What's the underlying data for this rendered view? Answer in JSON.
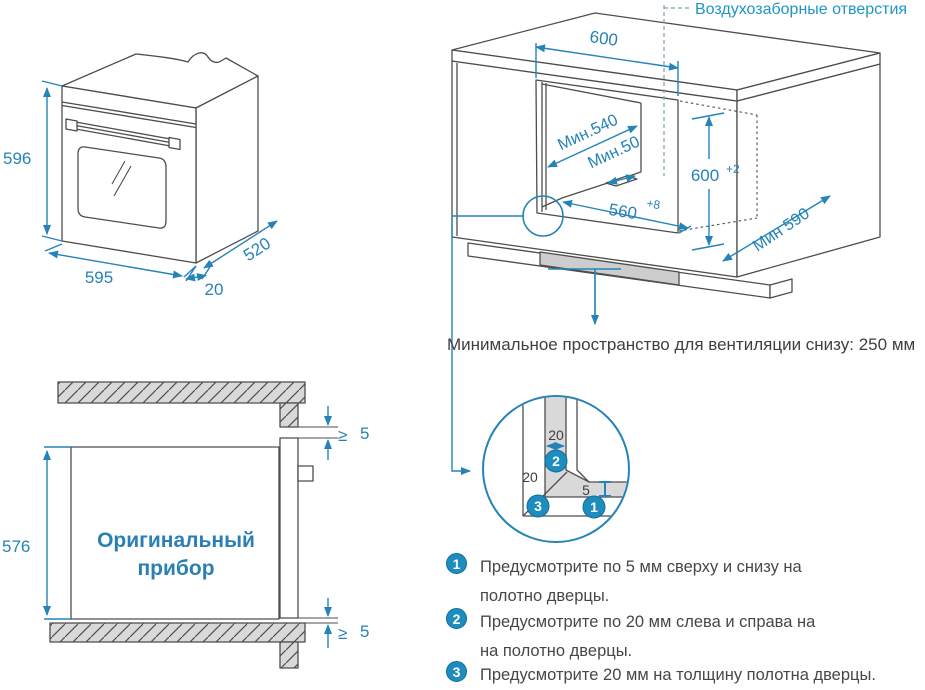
{
  "colors": {
    "accent": "#2583b8",
    "label_blue": "#2095c8",
    "badge": "#1e8dbd",
    "line": "#4d4d4d",
    "hatch_fill": "#d9d9d9"
  },
  "oven": {
    "height": "596",
    "width": "595",
    "depth": "520",
    "door_offset": "20"
  },
  "cabinet": {
    "air_label": "Воздухозаборные отверстия",
    "top_width": "600",
    "top_depth": "Мин.540",
    "back_gap": "Мин.50",
    "niche_height": "600",
    "niche_height_tol": "+2",
    "niche_width": "560",
    "niche_width_tol": "+8",
    "side_depth": "Мин 590",
    "vent_caption": "Минимальное пространство для вентиляции снизу: 250 мм"
  },
  "section": {
    "appliance_line1": "Оригинальный",
    "appliance_line2": "прибор",
    "height": "576",
    "gap_top_symbol": "≥",
    "gap_top_value": "5",
    "gap_bottom_symbol": "≥",
    "gap_bottom_value": "5"
  },
  "detail": {
    "side_clearance": "20",
    "door_thickness": "20",
    "gap": "5",
    "badge_1": "1",
    "badge_2": "2",
    "badge_3": "3"
  },
  "notes": [
    {
      "num": "1",
      "line1": "Предусмотрите по 5 мм сверху и снизу на",
      "line2": "полотно дверцы."
    },
    {
      "num": "2",
      "line1": "Предусмотрите по 20 мм слева и справа на",
      "line2": "на полотно дверцы."
    },
    {
      "num": "3",
      "line1": "Предусмотрите 20 мм на толщину полотна дверцы.",
      "line2": ""
    }
  ]
}
